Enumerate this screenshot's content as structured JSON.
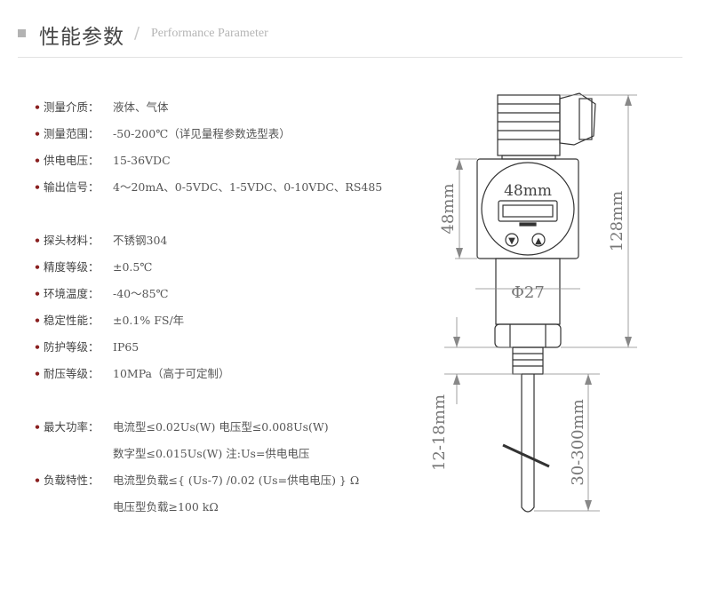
{
  "header": {
    "title": "性能参数",
    "slash": "/",
    "subtitle": "Performance Parameter"
  },
  "specs": [
    {
      "bullet": "•",
      "label": "测量介质：",
      "value": "液体、气体"
    },
    {
      "bullet": "•",
      "label": "测量范围：",
      "value": "-50-200℃（详见量程参数选型表）"
    },
    {
      "bullet": "•",
      "label": "供电电压：",
      "value": "15-36VDC"
    },
    {
      "bullet": "•",
      "label": "输出信号：",
      "value": "4～20mA、0-5VDC、1-5VDC、0-10VDC、RS485"
    },
    {
      "bullet": "•",
      "label": "探头材料：",
      "value": "不锈钢304"
    },
    {
      "bullet": "•",
      "label": "精度等级：",
      "value": "±0.5℃"
    },
    {
      "bullet": "•",
      "label": "环境温度：",
      "value": "-40～85℃"
    },
    {
      "bullet": "•",
      "label": "稳定性能：",
      "value": "±0.1% FS/年"
    },
    {
      "bullet": "•",
      "label": "防护等级：",
      "value": "IP65"
    },
    {
      "bullet": "•",
      "label": "耐压等级：",
      "value": "10MPa（高于可定制）"
    },
    {
      "bullet": "•",
      "label": "最大功率：",
      "value": "电流型≤0.02Us(W)  电压型≤0.008Us(W)"
    },
    {
      "bullet": "",
      "label": "",
      "value": "数字型≤0.015Us(W)   注:Us=供电电压"
    },
    {
      "bullet": "•",
      "label": "负载特性：",
      "value": "电流型负载≤{ (Us-7) /0.02 (Us=供电电压) } Ω"
    },
    {
      "bullet": "",
      "label": "",
      "value": "电压型负载≥100 kΩ"
    }
  ],
  "drawing": {
    "display_width": "48mm",
    "height_48": "48mm",
    "total_height": "128mm",
    "diameter": "Φ27",
    "thread_length": "12-18mm",
    "probe_length": "30-300mm",
    "button_down": "▼",
    "button_up": "▲"
  }
}
